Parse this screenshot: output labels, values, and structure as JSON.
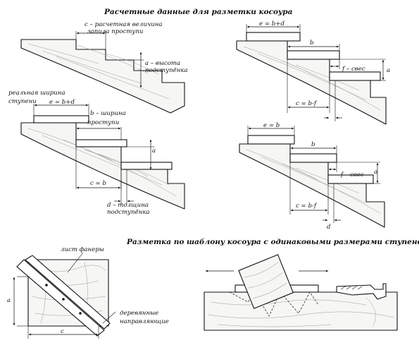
{
  "titles": {
    "top": "Расчетные данные для разметки косоура",
    "bottom": "Разметка по шаблону косоура с одинаковыми размерами ступеней"
  },
  "labels": {
    "c_desc_1": "c – расчетная величина",
    "c_desc_2": "запила проступи",
    "a_desc_1": "a – высота",
    "a_desc_2": "подступёнка",
    "real_width_1": "реальная ширина",
    "real_width_2": "ступени",
    "e_eq_bd": "e = b+d",
    "b_desc_1": "b – ширина",
    "b_desc_2": "проступи",
    "a": "a",
    "c_eq_b": "c = b",
    "d_desc_1": "d – толщина",
    "d_desc_2": "подступёнка",
    "b": "b",
    "f_overhang": "f – свес",
    "c_eq_bf": "c = b-f",
    "e_eq_b": "e = b",
    "d": "d",
    "plywood": "лист фанеры",
    "guides_1": "деревянные",
    "guides_2": "направляющие",
    "c": "c"
  }
}
